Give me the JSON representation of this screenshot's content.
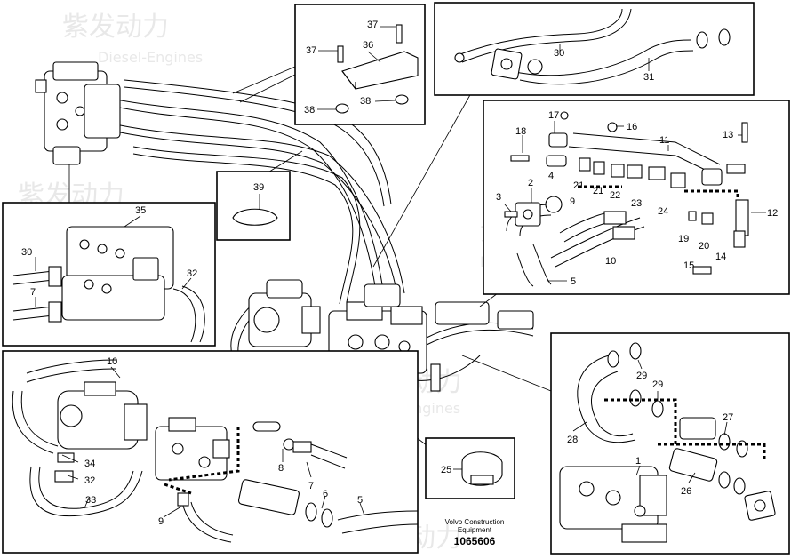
{
  "caption": {
    "line1": "Volvo Construction",
    "line2": "Equipment",
    "number": "1065606"
  },
  "watermark": {
    "cn": "紫发动力",
    "en": "Diesel-Engines"
  },
  "callouts": {
    "c1": "1",
    "c3": "3",
    "c2": "2",
    "c4": "4",
    "c5": "5",
    "c6": "6",
    "c7": "7",
    "c8": "8",
    "c9": "9",
    "c10": "10",
    "c11": "11",
    "c12": "12",
    "c13": "13",
    "c14": "14",
    "c15": "15",
    "c16": "16",
    "c17": "17",
    "c18": "18",
    "c19": "19",
    "c20": "20",
    "c21": "21",
    "c22": "22",
    "c23": "23",
    "c24": "24",
    "c25": "25",
    "c26": "26",
    "c27": "27",
    "c28": "28",
    "c29": "29",
    "c30": "30",
    "c31": "31",
    "c32": "32",
    "c33": "33",
    "c34": "34",
    "c35": "35",
    "c36": "36",
    "c37": "37",
    "c38": "38",
    "c39": "39"
  }
}
